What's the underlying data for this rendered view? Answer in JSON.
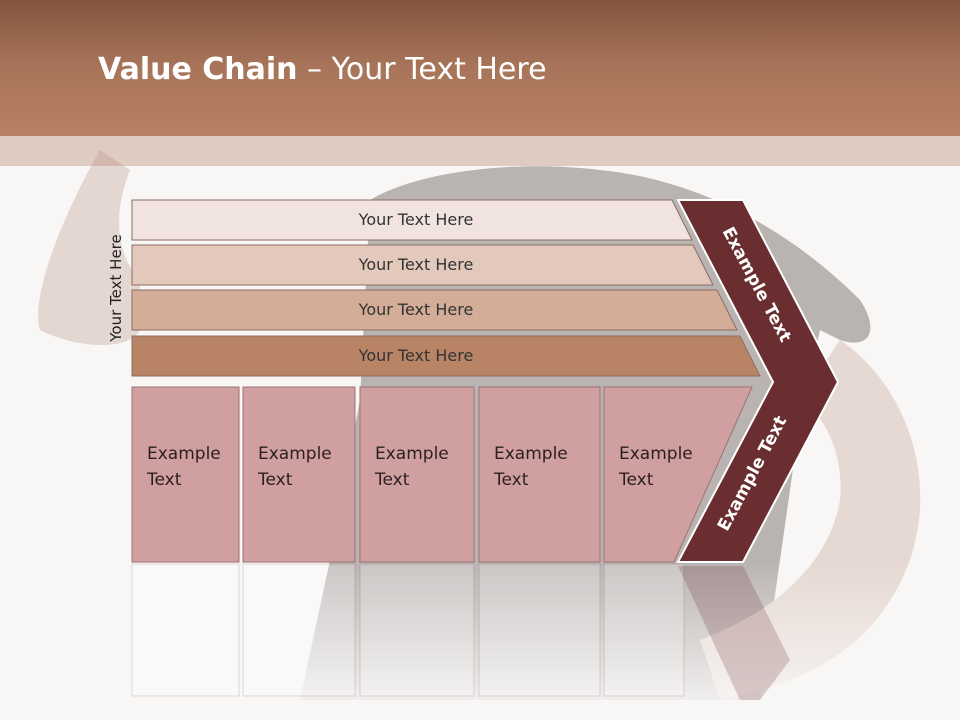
{
  "slide": {
    "title_bold": "Value Chain",
    "title_rest": " – Your Text Here",
    "vertical_label": "Your Text Here"
  },
  "diagram": {
    "rows": [
      {
        "label": "Your Text Here",
        "color": "#f1e4e0"
      },
      {
        "label": "Your Text Here",
        "color": "#e3c9bb"
      },
      {
        "label": "Your Text Here",
        "color": "#d3ad98"
      },
      {
        "label": "Your Text Here",
        "color": "#b98466"
      }
    ],
    "cells": [
      {
        "line1": "Example",
        "line2": "Text"
      },
      {
        "line1": "Example",
        "line2": "Text"
      },
      {
        "line1": "Example",
        "line2": "Text"
      },
      {
        "line1": "Example",
        "line2": "Text"
      },
      {
        "line1": "Example",
        "line2": "Text"
      }
    ],
    "cell_color": "#d0a0a0",
    "chevron_color": "#6a2e30",
    "chevron_upper_text": "Example Text",
    "chevron_lower_text": "Example Text"
  }
}
